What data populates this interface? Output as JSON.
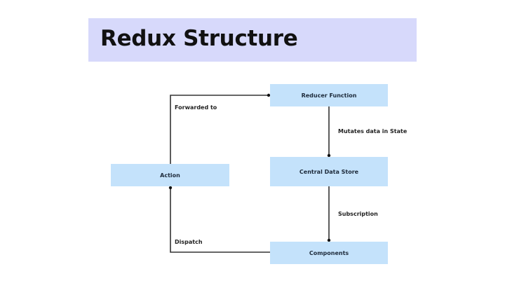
{
  "title": "Redux Structure",
  "colors": {
    "banner": "#d7d9fb",
    "node": "#c4e2fb",
    "line": "#333333"
  },
  "nodes": {
    "reducer": "Reducer Function",
    "store": "Central Data Store",
    "components": "Components",
    "action": "Action"
  },
  "edges": [
    {
      "from": "action",
      "to": "reducer",
      "label": "Forwarded to"
    },
    {
      "from": "reducer",
      "to": "store",
      "label": "Mutates data in State"
    },
    {
      "from": "store",
      "to": "components",
      "label": "Subscription"
    },
    {
      "from": "components",
      "to": "action",
      "label": "Dispatch"
    }
  ]
}
